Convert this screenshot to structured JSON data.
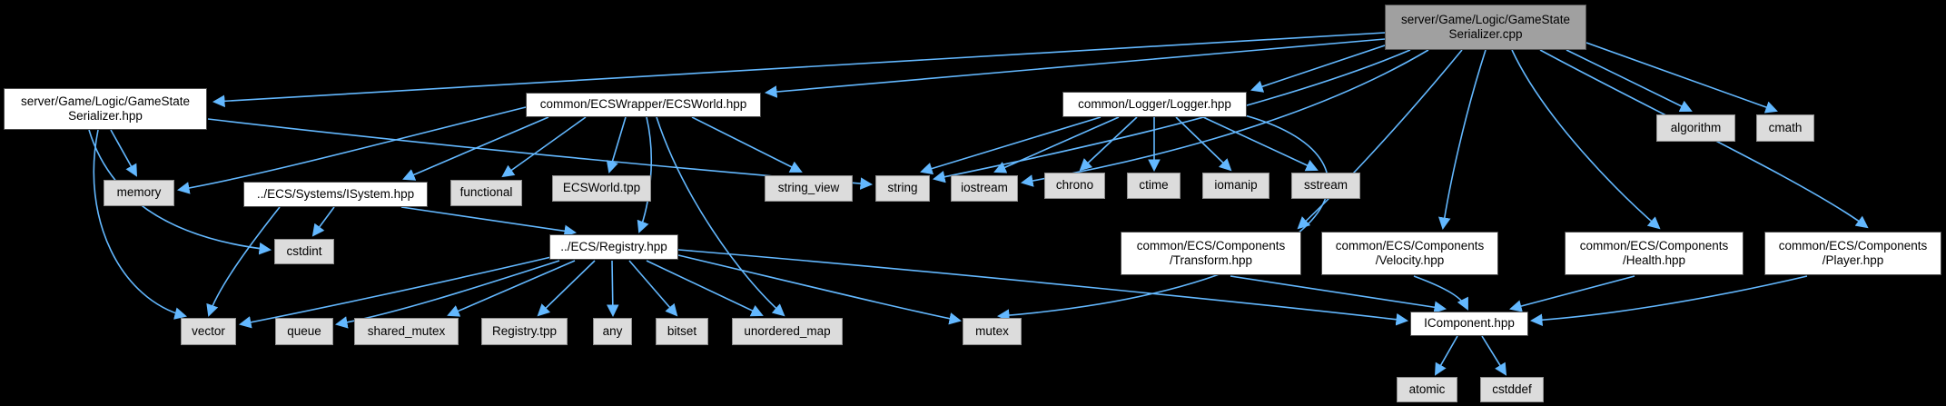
{
  "diagram": {
    "type": "include-dependency-graph",
    "edge_color": "#63b8ff",
    "background_color": "#000000",
    "nodes": {
      "cpp": {
        "label": "server/Game/Logic/GameState\nSerializer.cpp",
        "kind": "current-file"
      },
      "hpp": {
        "label": "server/Game/Logic/GameState\nSerializer.hpp",
        "kind": "internal-header"
      },
      "ecsworld": {
        "label": "common/ECSWrapper/ECSWorld.hpp",
        "kind": "internal-header"
      },
      "logger": {
        "label": "common/Logger/Logger.hpp",
        "kind": "internal-header"
      },
      "algorithm": {
        "label": "algorithm",
        "kind": "system-header"
      },
      "cmath": {
        "label": "cmath",
        "kind": "system-header"
      },
      "memory": {
        "label": "memory",
        "kind": "system-header"
      },
      "isystem": {
        "label": "../ECS/Systems/ISystem.hpp",
        "kind": "internal-header"
      },
      "functional": {
        "label": "functional",
        "kind": "system-header"
      },
      "ecsworld_tpp": {
        "label": "ECSWorld.tpp",
        "kind": "system-header"
      },
      "string_view": {
        "label": "string_view",
        "kind": "system-header"
      },
      "string": {
        "label": "string",
        "kind": "system-header"
      },
      "iostream": {
        "label": "iostream",
        "kind": "system-header"
      },
      "chrono": {
        "label": "chrono",
        "kind": "system-header"
      },
      "ctime": {
        "label": "ctime",
        "kind": "system-header"
      },
      "iomanip": {
        "label": "iomanip",
        "kind": "system-header"
      },
      "sstream": {
        "label": "sstream",
        "kind": "system-header"
      },
      "cstdint": {
        "label": "cstdint",
        "kind": "system-header"
      },
      "registry": {
        "label": "../ECS/Registry.hpp",
        "kind": "internal-header"
      },
      "transform": {
        "label": "common/ECS/Components\n/Transform.hpp",
        "kind": "internal-header"
      },
      "velocity": {
        "label": "common/ECS/Components\n/Velocity.hpp",
        "kind": "internal-header"
      },
      "health": {
        "label": "common/ECS/Components\n/Health.hpp",
        "kind": "internal-header"
      },
      "player": {
        "label": "common/ECS/Components\n/Player.hpp",
        "kind": "internal-header"
      },
      "vector": {
        "label": "vector",
        "kind": "system-header"
      },
      "queue": {
        "label": "queue",
        "kind": "system-header"
      },
      "shared_mutex": {
        "label": "shared_mutex",
        "kind": "system-header"
      },
      "registry_tpp": {
        "label": "Registry.tpp",
        "kind": "system-header"
      },
      "any": {
        "label": "any",
        "kind": "system-header"
      },
      "bitset": {
        "label": "bitset",
        "kind": "system-header"
      },
      "unordered_map": {
        "label": "unordered_map",
        "kind": "system-header"
      },
      "mutex": {
        "label": "mutex",
        "kind": "system-header"
      },
      "icomponent": {
        "label": "IComponent.hpp",
        "kind": "internal-header"
      },
      "atomic": {
        "label": "atomic",
        "kind": "system-header"
      },
      "cstddef": {
        "label": "cstddef",
        "kind": "system-header"
      }
    },
    "edges": [
      {
        "from": "cpp",
        "to": "hpp"
      },
      {
        "from": "cpp",
        "to": "ecsworld"
      },
      {
        "from": "cpp",
        "to": "logger"
      },
      {
        "from": "cpp",
        "to": "string"
      },
      {
        "from": "cpp",
        "to": "iostream"
      },
      {
        "from": "cpp",
        "to": "transform"
      },
      {
        "from": "cpp",
        "to": "velocity"
      },
      {
        "from": "cpp",
        "to": "health"
      },
      {
        "from": "cpp",
        "to": "player"
      },
      {
        "from": "cpp",
        "to": "algorithm"
      },
      {
        "from": "cpp",
        "to": "cmath"
      },
      {
        "from": "hpp",
        "to": "memory"
      },
      {
        "from": "hpp",
        "to": "cstdint"
      },
      {
        "from": "hpp",
        "to": "vector"
      },
      {
        "from": "hpp",
        "to": "string"
      },
      {
        "from": "ecsworld",
        "to": "memory"
      },
      {
        "from": "ecsworld",
        "to": "isystem"
      },
      {
        "from": "ecsworld",
        "to": "functional"
      },
      {
        "from": "ecsworld",
        "to": "ecsworld_tpp"
      },
      {
        "from": "ecsworld",
        "to": "registry"
      },
      {
        "from": "ecsworld",
        "to": "string_view"
      },
      {
        "from": "ecsworld",
        "to": "unordered_map"
      },
      {
        "from": "isystem",
        "to": "cstdint"
      },
      {
        "from": "isystem",
        "to": "registry"
      },
      {
        "from": "isystem",
        "to": "vector"
      },
      {
        "from": "logger",
        "to": "string"
      },
      {
        "from": "logger",
        "to": "iostream"
      },
      {
        "from": "logger",
        "to": "chrono"
      },
      {
        "from": "logger",
        "to": "ctime"
      },
      {
        "from": "logger",
        "to": "iomanip"
      },
      {
        "from": "logger",
        "to": "sstream"
      },
      {
        "from": "logger",
        "to": "mutex"
      },
      {
        "from": "registry",
        "to": "vector"
      },
      {
        "from": "registry",
        "to": "queue"
      },
      {
        "from": "registry",
        "to": "shared_mutex"
      },
      {
        "from": "registry",
        "to": "registry_tpp"
      },
      {
        "from": "registry",
        "to": "any"
      },
      {
        "from": "registry",
        "to": "bitset"
      },
      {
        "from": "registry",
        "to": "unordered_map"
      },
      {
        "from": "registry",
        "to": "mutex"
      },
      {
        "from": "registry",
        "to": "icomponent"
      },
      {
        "from": "transform",
        "to": "icomponent"
      },
      {
        "from": "velocity",
        "to": "icomponent"
      },
      {
        "from": "health",
        "to": "icomponent"
      },
      {
        "from": "player",
        "to": "icomponent"
      },
      {
        "from": "icomponent",
        "to": "atomic"
      },
      {
        "from": "icomponent",
        "to": "cstddef"
      }
    ]
  }
}
